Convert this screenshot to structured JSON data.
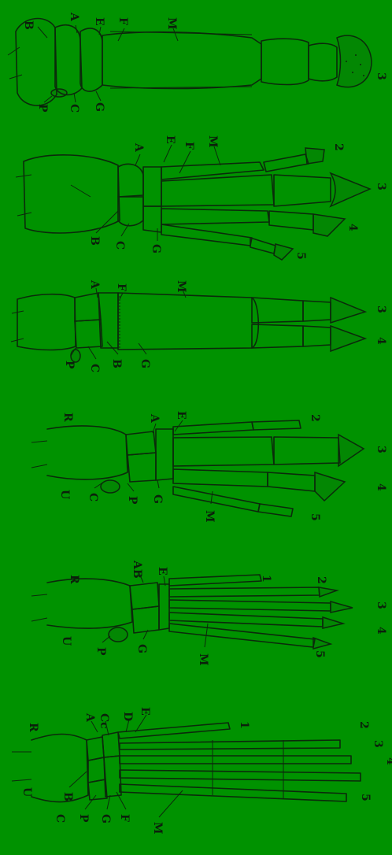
{
  "figures": [
    {
      "id": "fig1",
      "labels": [
        "B",
        "A",
        "E",
        "F",
        "M",
        "P",
        "C",
        "G",
        "3"
      ]
    },
    {
      "id": "fig2",
      "labels": [
        "A",
        "E",
        "F",
        "M",
        "2",
        "3",
        "4",
        "5",
        "B",
        "C",
        "G"
      ]
    },
    {
      "id": "fig3",
      "labels": [
        "A",
        "F",
        "M",
        "3",
        "4",
        "P",
        "C",
        "B",
        "G"
      ]
    },
    {
      "id": "fig4",
      "labels": [
        "R",
        "A",
        "E",
        "2",
        "3",
        "4",
        "5",
        "U",
        "C",
        "P",
        "G",
        "M"
      ]
    },
    {
      "id": "fig5",
      "labels": [
        "R",
        "AB",
        "E",
        "1",
        "2",
        "3",
        "4",
        "5",
        "U",
        "P",
        "G",
        "M"
      ]
    },
    {
      "id": "fig6",
      "labels": [
        "R",
        "A",
        "Cc",
        "D",
        "E",
        "1",
        "2",
        "3",
        "4",
        "5",
        "U",
        "B",
        "C",
        "P",
        "G",
        "F",
        "M"
      ]
    }
  ]
}
